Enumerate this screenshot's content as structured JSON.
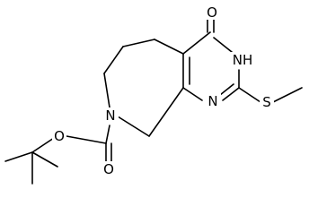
{
  "molecule": {
    "atoms": {
      "carbonyl_oxygen": "O",
      "ring_nh": "NH",
      "ring_n_lower": "N",
      "azepane_n": "N",
      "thioether_s": "S",
      "ester_ether_o": "O",
      "ester_carbonyl_o": "O"
    }
  }
}
